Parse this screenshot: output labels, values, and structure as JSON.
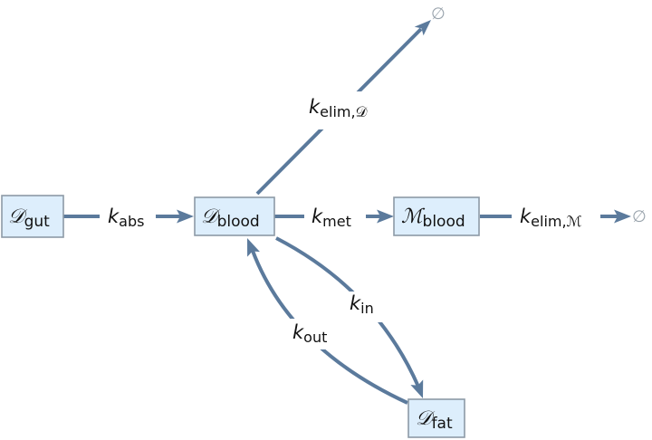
{
  "colors": {
    "edge": "#5b7a9c",
    "node_fill": "#ddeefc",
    "node_border": "#8d9aa6",
    "sink": "#9aa4ad"
  },
  "nodes": {
    "d_gut": {
      "symbol": "𝒟",
      "sub": "gut"
    },
    "d_blood": {
      "symbol": "𝒟",
      "sub": "blood"
    },
    "m_blood": {
      "symbol": "ℳ",
      "sub": "blood"
    },
    "d_fat": {
      "symbol": "𝒟",
      "sub": "fat"
    }
  },
  "sinks": {
    "top": "∅",
    "right": "∅"
  },
  "rates": {
    "k_abs": {
      "symbol": "k",
      "sub": "abs"
    },
    "k_met": {
      "symbol": "k",
      "sub": "met"
    },
    "k_elim_d": {
      "symbol": "k",
      "sub": "elim,𝒟"
    },
    "k_elim_m": {
      "symbol": "k",
      "sub": "elim,ℳ"
    },
    "k_in": {
      "symbol": "k",
      "sub": "in"
    },
    "k_out": {
      "symbol": "k",
      "sub": "out"
    }
  }
}
